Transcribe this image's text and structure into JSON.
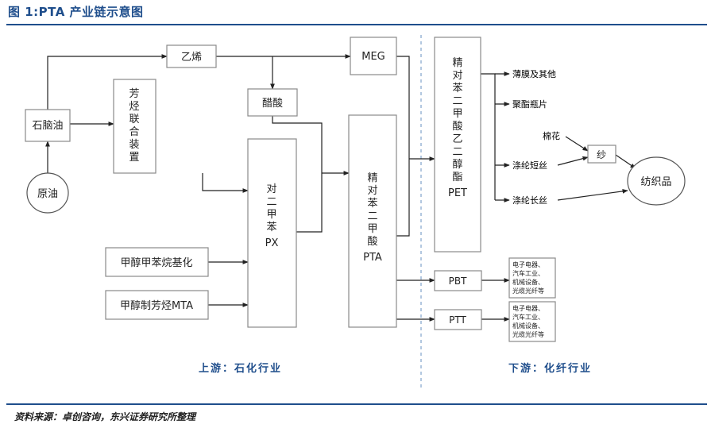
{
  "title": "图 1:PTA 产业链示意图",
  "source": "资料来源：卓创咨询，东兴证券研究所整理",
  "regions": {
    "upstream": "上游：石化行业",
    "downstream": "下游：化纤行业"
  },
  "nodes": {
    "crude": "原油",
    "naphtha": "石脑油",
    "ethylene": "乙烯",
    "aromatics": "芳烃联合装置",
    "meg": "MEG",
    "acetic": "醋酸",
    "px": "对二甲苯PX",
    "pta": "精对苯二甲酸PTA",
    "pet": "精对苯二甲酸乙二醇酯PET",
    "methylation": "甲醇甲苯烷基化",
    "mta": "甲醇制芳烃MTA",
    "film": "薄膜及其他",
    "bottle": "聚酯瓶片",
    "cotton": "棉花",
    "yarn": "纱",
    "staple": "涤纶短丝",
    "filament": "涤纶长丝",
    "textile": "纺织品",
    "pbt": "PBT",
    "ptt": "PTT",
    "pbt_uses": [
      "电子电器、",
      "汽车工业、",
      "机械设备、",
      "光缆光纤等"
    ],
    "ptt_uses": [
      "电子电器、",
      "汽车工业、",
      "机械设备、",
      "光缆光纤等"
    ]
  }
}
